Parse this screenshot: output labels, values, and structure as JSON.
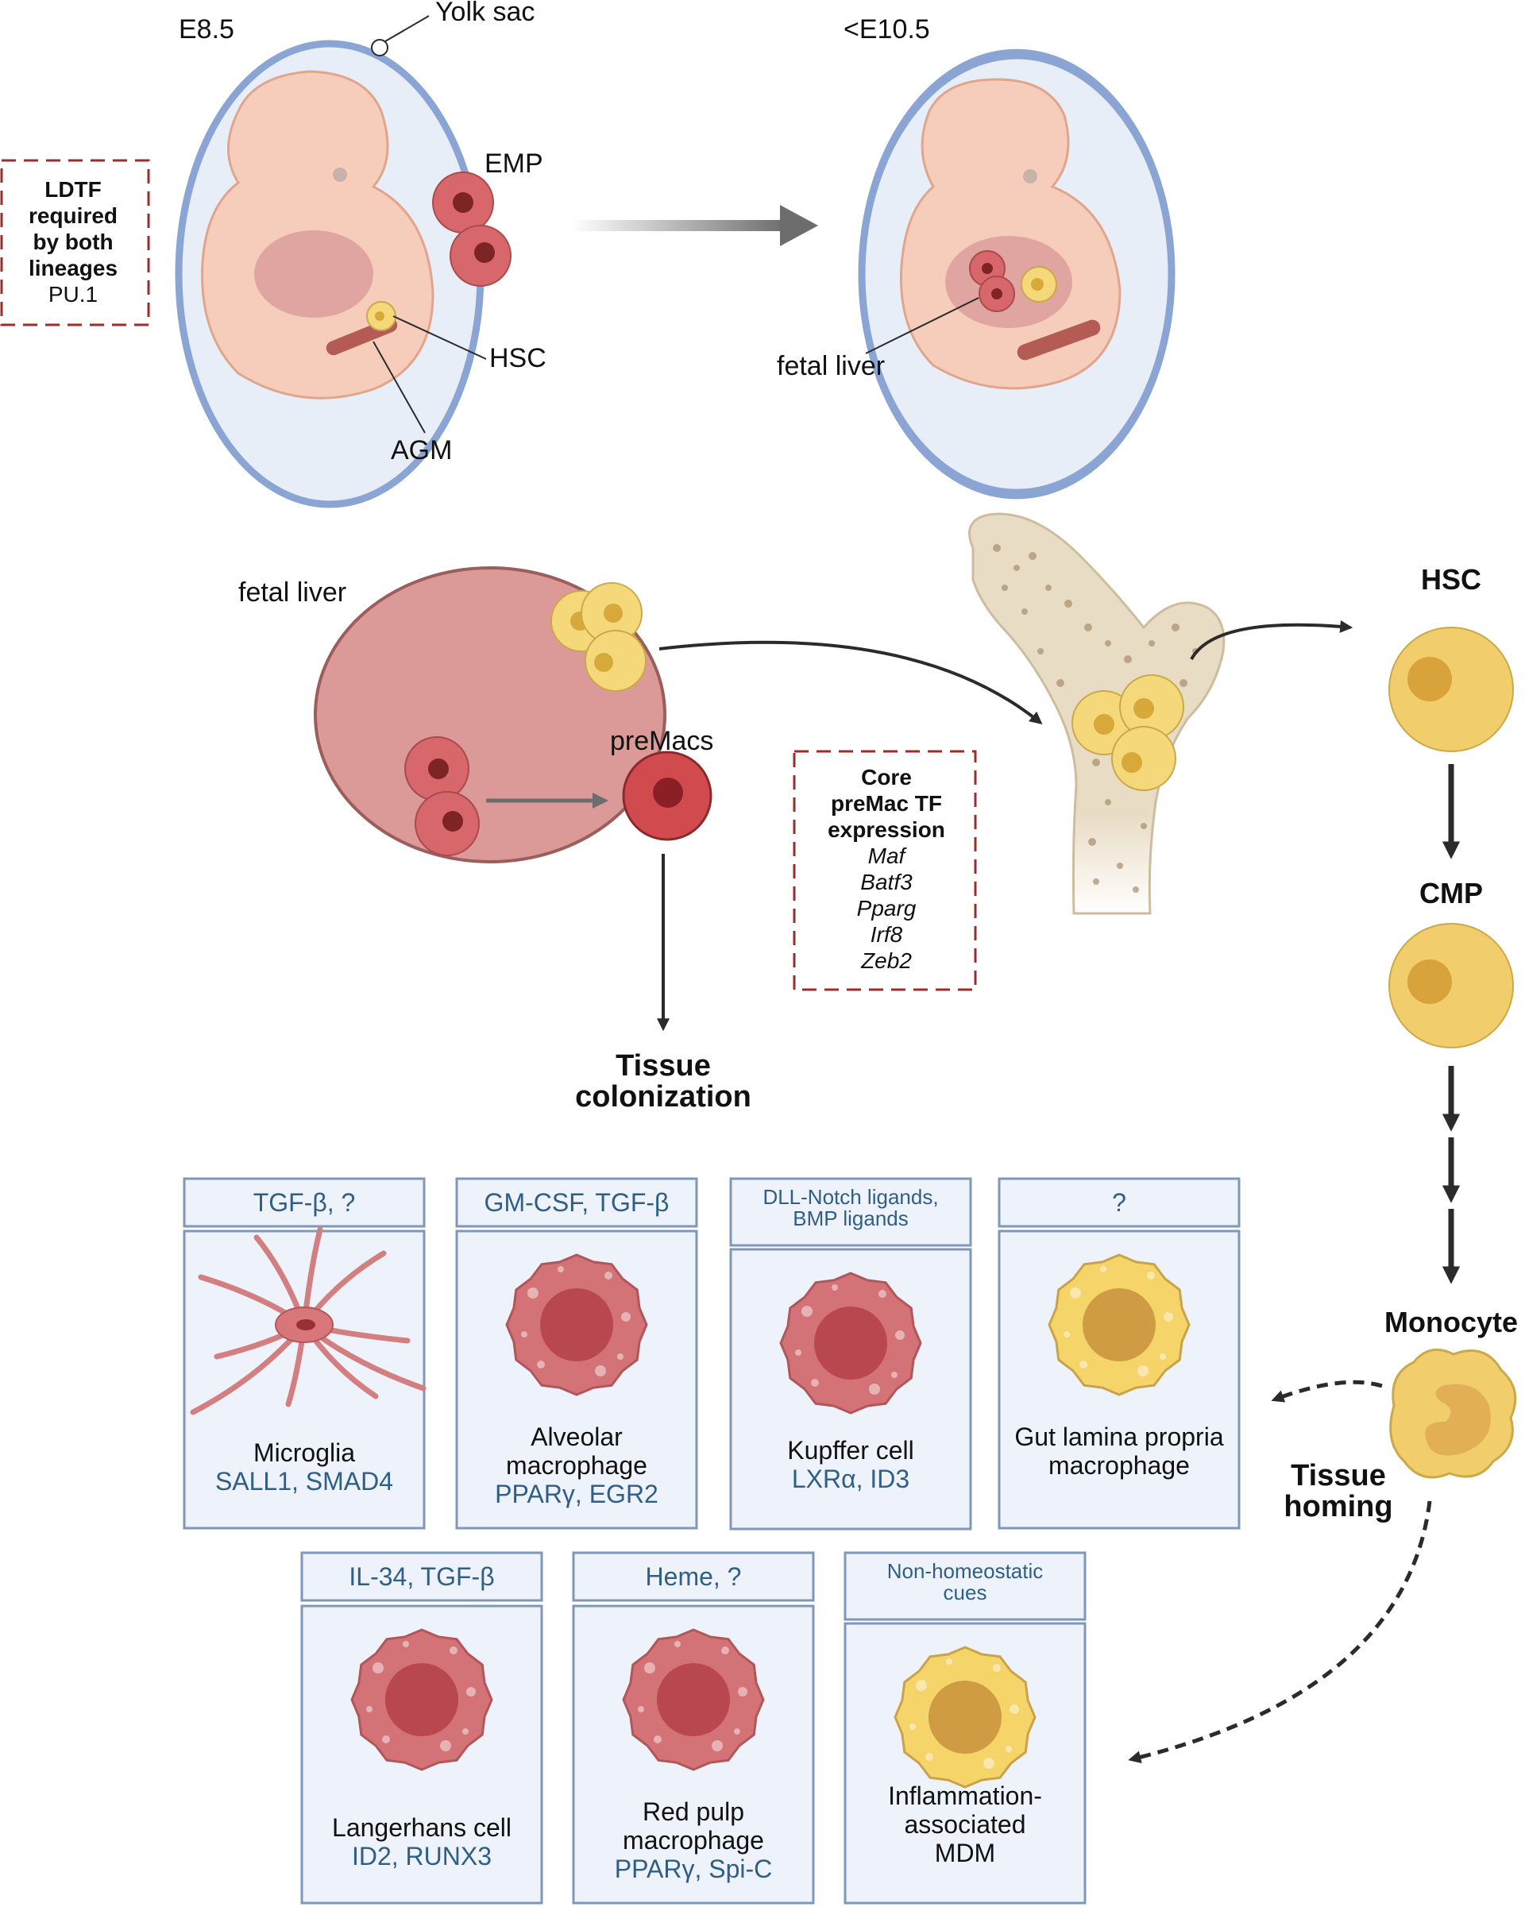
{
  "top": {
    "stage_e85": "E8.5",
    "stage_e105": "<E10.5",
    "yolk_sac": "Yolk sac",
    "emp": "EMP",
    "hsc": "HSC",
    "agm": "AGM",
    "fetal_liver": "fetal liver",
    "ldtf_box": {
      "lines": [
        "LDTF",
        "required",
        "by both",
        "lineages"
      ],
      "tf": "PU.1"
    }
  },
  "middle": {
    "fetal_liver": "fetal liver",
    "premacs": "preMacs",
    "core_box": {
      "lines": [
        "Core",
        "preMac TF",
        "expression"
      ],
      "genes": [
        "Maf",
        "Batf3",
        "Pparg",
        "Irf8",
        "Zeb2"
      ]
    },
    "tissue_colonization": [
      "Tissue",
      "colonization"
    ],
    "hsc": "HSC",
    "cmp": "CMP",
    "monocyte": "Monocyte",
    "tissue_homing": [
      "Tissue",
      "homing"
    ]
  },
  "panels": [
    {
      "cue": [
        "TGF-β, ?"
      ],
      "name": [
        "Microglia"
      ],
      "markers": "SALL1, SMAD4",
      "cell": "microglia"
    },
    {
      "cue": [
        "GM-CSF, TGF-β"
      ],
      "name": [
        "Alveolar",
        "macrophage"
      ],
      "markers": "PPARγ, EGR2",
      "cell": "pink"
    },
    {
      "cue": [
        "DLL-Notch ligands,",
        "BMP ligands"
      ],
      "name": [
        "Kupffer cell"
      ],
      "markers": "LXRα, ID3",
      "cell": "pink"
    },
    {
      "cue": [
        "?"
      ],
      "name": [
        "Gut lamina propria",
        "macrophage"
      ],
      "markers": "",
      "cell": "yellow"
    },
    {
      "cue": [
        "IL-34, TGF-β"
      ],
      "name": [
        "Langerhans cell"
      ],
      "markers": "ID2, RUNX3",
      "cell": "pink"
    },
    {
      "cue": [
        "Heme, ?"
      ],
      "name": [
        "Red pulp",
        "macrophage"
      ],
      "markers": "PPARγ, Spi-C",
      "cell": "pink"
    },
    {
      "cue": [
        "Non-homeostatic",
        "cues"
      ],
      "name": [
        "Inflammation-",
        "associated",
        "MDM"
      ],
      "markers": "",
      "cell": "yellow"
    }
  ],
  "colors": {
    "panel_border": "#7f97b8",
    "panel_fill": "#eef2fa",
    "blue_text": "#2f5f86",
    "dashed_box": "#9b2d2d",
    "embryo_outline": "#8aa5d3",
    "hsc_yellow": "#f5d87a",
    "emp_red": "#d8676b",
    "macrophage_pink": "#cf6f74"
  }
}
